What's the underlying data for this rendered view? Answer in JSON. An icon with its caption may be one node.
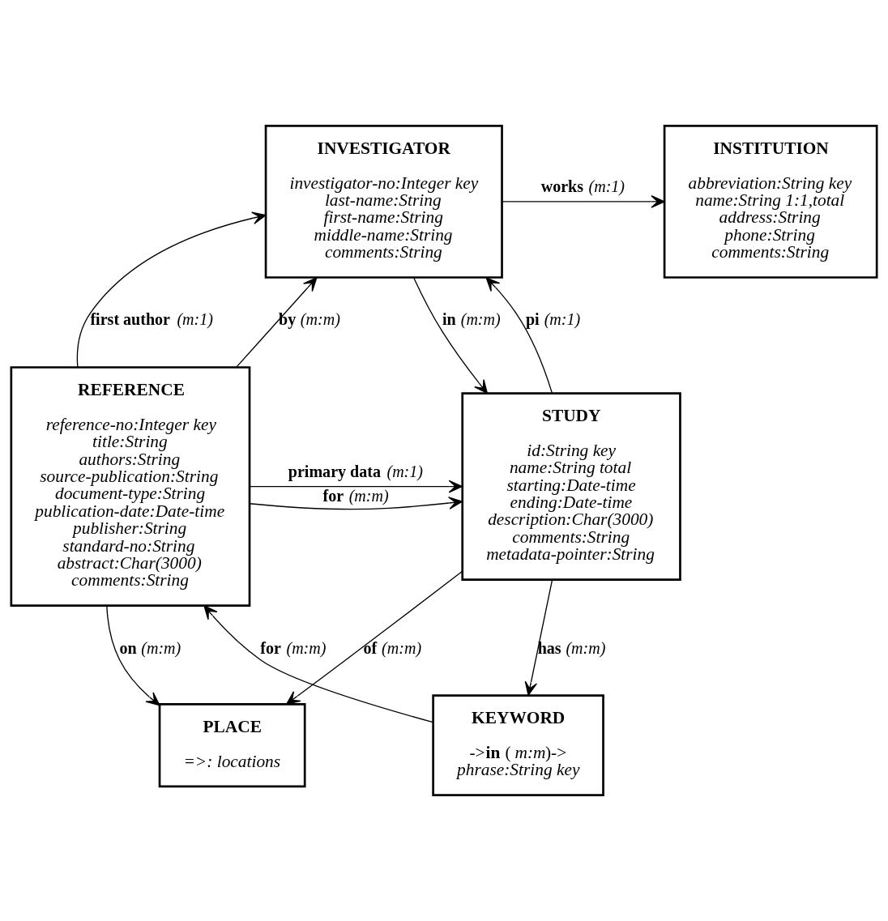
{
  "diagram": {
    "nodes": [
      {
        "text": [
          "INSTITUTION",
          "abbreviation:String key",
          "name:String 1:1,total",
          "address:String",
          "phone:String",
          "comments:String"
        ]
      },
      {
        "text": [
          "INVESTIGATOR",
          "investigator-no:Integer key",
          "last-name:String",
          "first-name:String",
          "middle-name:String",
          "comments:String"
        ]
      },
      {
        "text": [
          "STUDY",
          "id:String key",
          "name:String total",
          "starting:Date-time",
          "ending:Date-time",
          "description:Char(3000)",
          "comments:String",
          "metadata-pointer:String"
        ]
      },
      {
        "text": [
          "REFERENCE",
          "reference-no:Integer key",
          "title:String",
          "authors:String",
          "source-publication:String",
          "document-type:String",
          "publication-date:Date-time",
          "publisher:String",
          "standard-no:String",
          "abstract:Char(3000)",
          "comments:String"
        ]
      },
      {
        "text": [
          "PLACE",
          "=>: locations"
        ]
      },
      {
        "text": [
          "KEYWORD",
          "->**in**  (*m:m*)->",
          "phrase:String key"
        ]
      }
    ],
    "edges": [
      {
        "from": 1,
        "to": 0,
        "arrow": "to",
        "label": "**works** *(m:1)*"
      },
      {
        "from": 1,
        "to": 2,
        "arrow": "to",
        "label": "**in** *(m:m)*"
      },
      {
        "from": 2,
        "to": 1,
        "arrow": "to",
        "label": "**pi** *(m:1)*"
      },
      {
        "from": 3,
        "to": 1,
        "arrow": "to",
        "label": "**first author** *(m:1)*"
      },
      {
        "from": 3,
        "to": 1,
        "arrow": "to",
        "label": "**by** *(m:m)*"
      },
      {
        "from": 3,
        "to": 2,
        "arrow": "to",
        "label": "**for** *(m:m)*"
      },
      {
        "from": 3,
        "to": 2,
        "arrow": "to",
        "label": "**primary data** *(m:1)*"
      },
      {
        "from": 2,
        "to": 4,
        "arrow": "to",
        "label": "**of** *(m:m)*"
      },
      {
        "from": 3,
        "to": 4,
        "arrow": "to",
        "label": "**on** *(m:m)*"
      },
      {
        "from": 2,
        "to": 5,
        "arrow": "to",
        "label": "**has** *(m:m)*"
      },
      {
        "from": 5,
        "to": 3,
        "arrow": "to",
        "label": "**for** *(m:m)*"
      }
    ]
  }
}
